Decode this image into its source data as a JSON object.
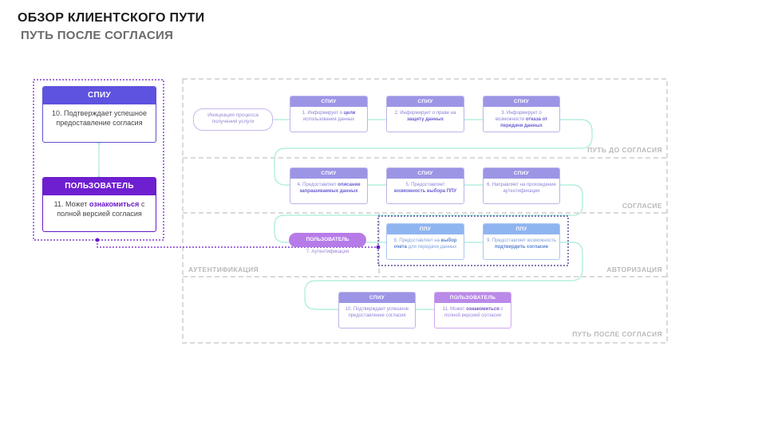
{
  "header": {
    "title": "ОБЗОР КЛИЕНТСКОГО ПУТИ",
    "subtitle": "ПУТЬ ПОСЛЕ СОГЛАСИЯ"
  },
  "zones": {
    "before_consent": "ПУТЬ ДО СОГЛАСИЯ",
    "consent": "СОГЛАСИЕ",
    "authentication": "АУТЕНТИФИКАЦИЯ",
    "authorization": "АВТОРИЗАЦИЯ",
    "after_consent": "ПУТЬ ПОСЛЕ СОГЛАСИЯ"
  },
  "init_pill": {
    "line1": "Инициация процесса",
    "line2": "получения услуги"
  },
  "steps": {
    "s1": {
      "header": "СПИУ",
      "pre": "1. Информирует о ",
      "bold": "цели",
      "post": " использования данных"
    },
    "s2": {
      "header": "СПИУ",
      "pre": "2. Информирует о праве на ",
      "bold": "защиту данных",
      "post": ""
    },
    "s3": {
      "header": "СПИУ",
      "pre": "3. Информирует о возможности ",
      "bold": "отказа от передачи данных",
      "post": ""
    },
    "s4": {
      "header": "СПИУ",
      "pre": "4. Предоставляет ",
      "bold": "описание запрашиваемых данных",
      "post": ""
    },
    "s5": {
      "header": "СПИУ",
      "pre": "5. Предоставляет ",
      "bold": "возможность выбора ППУ",
      "post": ""
    },
    "s6": {
      "header": "СПИУ",
      "pre": "6. Направляет на прохождение аутентификации",
      "bold": "",
      "post": ""
    },
    "s7": {
      "header": "ПОЛЬЗОВАТЕЛЬ",
      "text": "7. Аутентификация"
    },
    "s8": {
      "header": "ППУ",
      "pre": "8. Предоставляет на ",
      "bold": "выбор счета",
      "post": " для передачи данных"
    },
    "s9": {
      "header": "ППУ",
      "pre": "9. Предоставляет возможность ",
      "bold": "подтвердить согласие",
      "post": ""
    },
    "s10": {
      "header": "СПИУ",
      "pre": "10. Подтверждает успешное предоставление согласия",
      "bold": "",
      "post": ""
    },
    "s11": {
      "header": "ПОЛЬЗОВАТЕЛЬ",
      "pre": "11. Может ",
      "bold": "ознакомиться",
      "post": " с полной версией согласия"
    }
  },
  "highlight": {
    "card_a": {
      "header": "СПИУ",
      "text": "10. Подтверждает успешное предоставление согласия"
    },
    "card_b": {
      "header": "ПОЛЬЗОВАТЕЛЬ",
      "pre": "11. Может ",
      "bold": "ознакомиться",
      "post": " с полной версией согласия"
    }
  },
  "colors": {
    "spiu": "#9c95e6",
    "ppu": "#8fb4f0",
    "user": "#b98ae8",
    "connector": "#a8ecd6",
    "highlight": "#6a18c8"
  }
}
